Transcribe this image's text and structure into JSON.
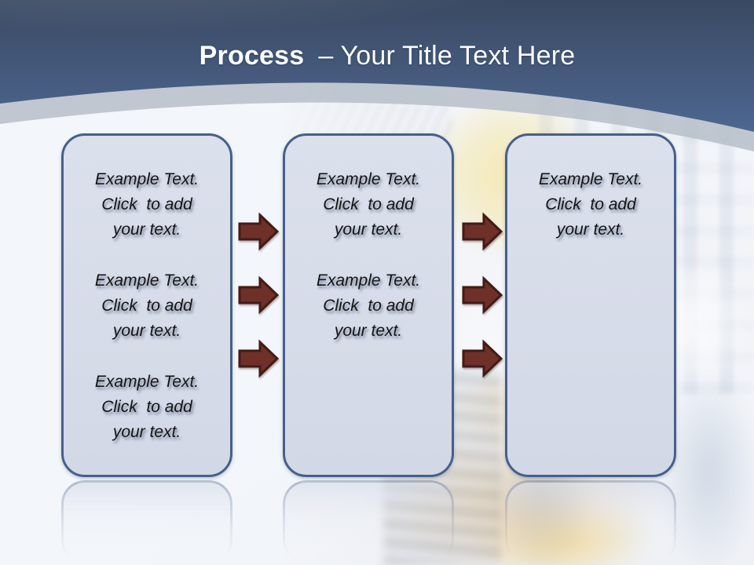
{
  "slide": {
    "title": {
      "emphasis": "Process",
      "rest": "– Your Title Text Here"
    },
    "background_photo": "construction-worker-with-yellow-hard-hat-and-tool-belt"
  },
  "boxes": [
    {
      "name": "process-box-1",
      "paragraphs": [
        {
          "lines": [
            "Example Text.",
            "Click  to add",
            "your text."
          ]
        },
        {
          "lines": [
            "Example Text.",
            "Click  to add",
            "your text."
          ]
        },
        {
          "lines": [
            "Example Text.",
            "Click  to add",
            "your text."
          ]
        }
      ]
    },
    {
      "name": "process-box-2",
      "paragraphs": [
        {
          "lines": [
            "Example Text.",
            "Click  to add",
            "your text."
          ]
        },
        {
          "lines": [
            "Example Text.",
            "Click  to add",
            "your text."
          ]
        }
      ]
    },
    {
      "name": "process-box-3",
      "paragraphs": [
        {
          "lines": [
            "Example Text.",
            "Click  to add",
            "your text."
          ]
        }
      ]
    }
  ],
  "arrows": {
    "direction": "right",
    "between_1_2": 3,
    "between_2_3": 3
  },
  "colors": {
    "header_top": "#3a4962",
    "header_bottom": "#4d6791",
    "band": "#b6bec9",
    "content_bg": "#f3f6fa",
    "box_fill": "#d7dce9",
    "box_border": "#45608a",
    "arrow_fill": "#6e3029",
    "arrow_stroke": "#421b16",
    "title_color": "#fbfdff",
    "body_text": "#151515"
  }
}
